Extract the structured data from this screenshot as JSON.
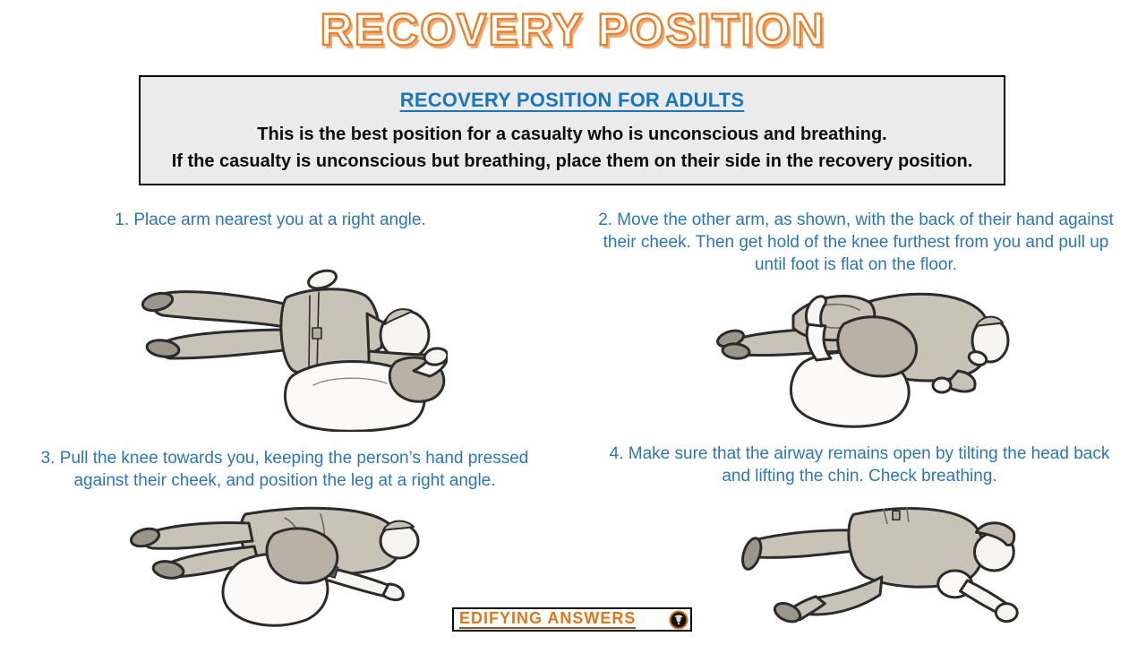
{
  "title": "RECOVERY POSITION",
  "header_box": {
    "heading": "RECOVERY POSITION FOR ADULTS",
    "line1": "This is the best position for a casualty who is unconscious and breathing.",
    "line2": "If the casualty is unconscious but breathing, place them on their side in the recovery position."
  },
  "steps": [
    {
      "text": "1. Place arm nearest you at a right angle.",
      "illustration": "rescuer kneeling beside casualty lying on back, placing nearest arm at right angle"
    },
    {
      "text": "2. Move the other arm, as shown, with the back of their hand against their cheek. Then get hold of the knee furthest from you and pull up until foot is flat on the floor.",
      "illustration": "rescuer leaning over casualty, hand against cheek and far knee pulled up"
    },
    {
      "text": "3. Pull the knee towards you, keeping the person’s hand pressed against their cheek, and position the leg at a right angle.",
      "illustration": "rescuer rolling casualty toward them by the knee"
    },
    {
      "text": "4. Make sure that the airway remains open by tilting the head back and lifting the chin. Check breathing.",
      "illustration": "casualty lying on side in final recovery position, head tilted back"
    }
  ],
  "footer": {
    "logo_text": "EDIFYING ANSWERS"
  },
  "colors": {
    "title_outline": "#E8822E",
    "heading_blue": "#1A76BC",
    "step_blue": "#2E75B6",
    "box_background": "#EBEBEB",
    "logo_orange": "#D9791D"
  }
}
